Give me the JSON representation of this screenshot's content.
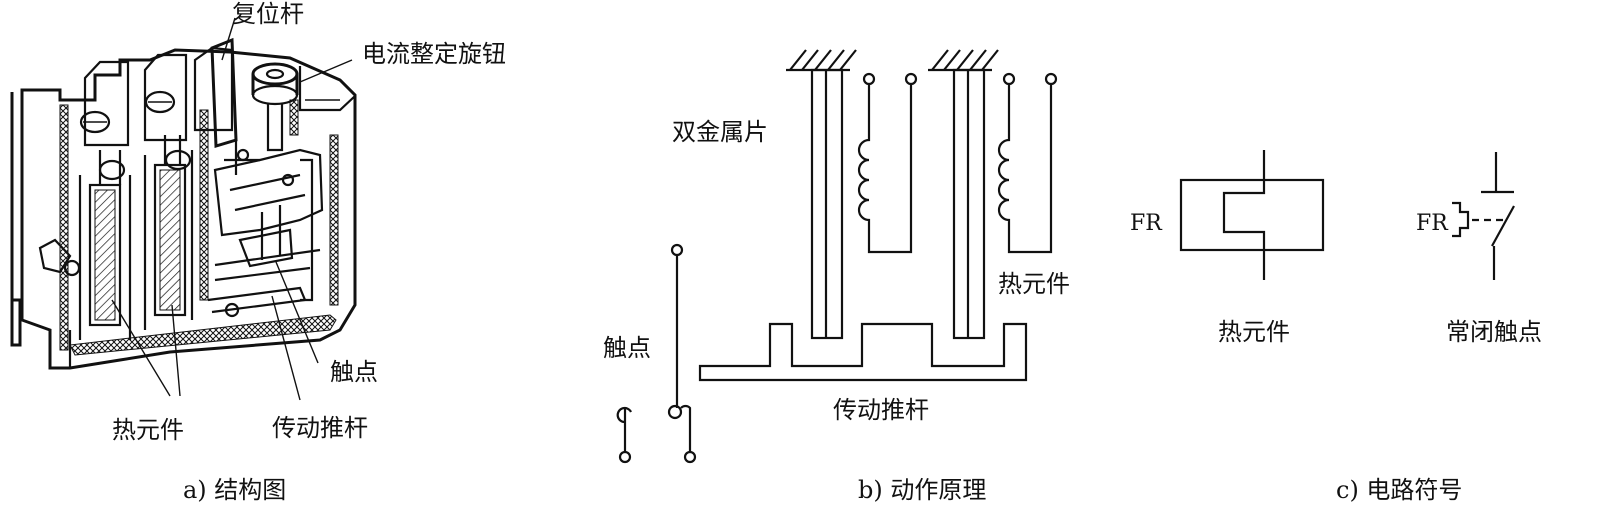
{
  "panel_a": {
    "caption": "a) 结构图",
    "labels": {
      "reset_rod": "复位杆",
      "current_knob": "电流整定旋钮",
      "contact": "触点",
      "heating_element": "热元件",
      "push_rod": "传动推杆"
    }
  },
  "panel_b": {
    "caption": "b) 动作原理",
    "labels": {
      "bimetal": "双金属片",
      "heating_element": "热元件",
      "contact": "触点",
      "push_rod": "传动推杆"
    }
  },
  "panel_c": {
    "caption": "c) 电路符号",
    "labels": {
      "fr_heater": "FR",
      "fr_contact": "FR",
      "heating_element": "热元件",
      "nc_contact": "常闭触点"
    }
  }
}
